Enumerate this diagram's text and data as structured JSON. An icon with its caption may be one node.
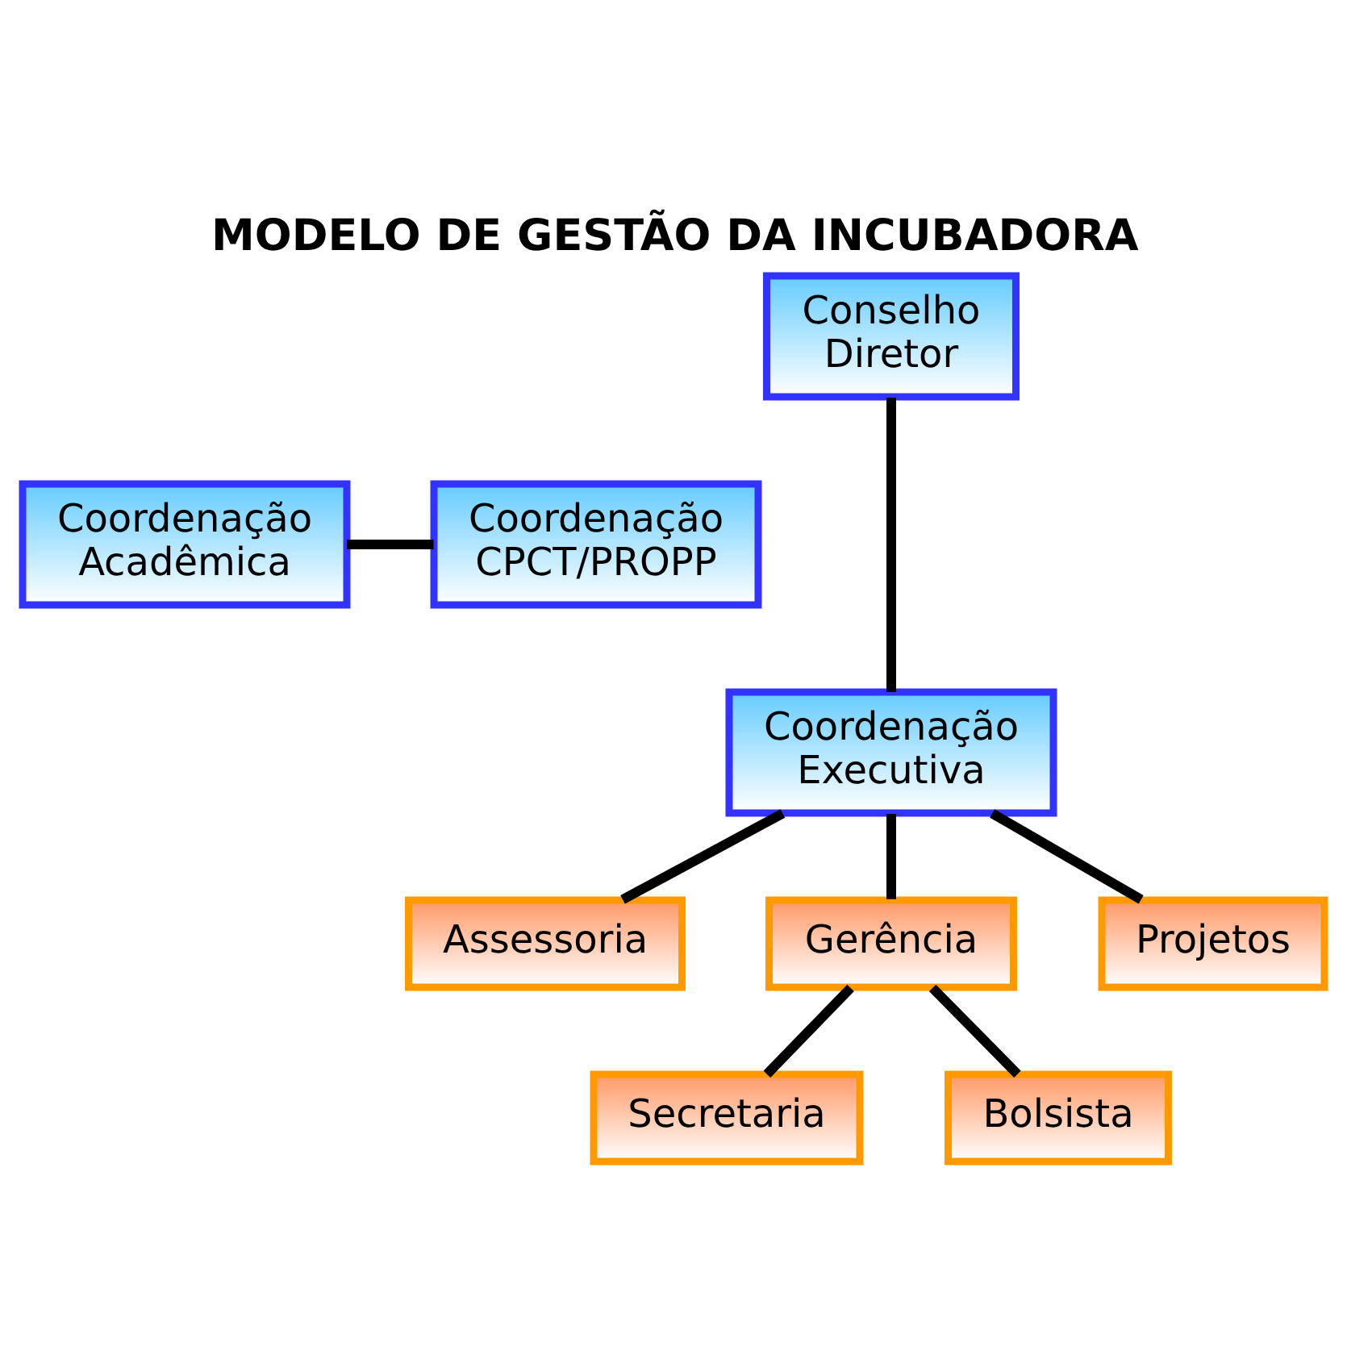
{
  "diagram": {
    "title": "MODELO DE GESTÃO DA INCUBADORA",
    "nodes": [
      {
        "text": [
          "Conselho Diretor"
        ]
      },
      {
        "text": [
          "Coordenação Acadêmica"
        ]
      },
      {
        "text": [
          "Coordenação CPCT/PROPP"
        ]
      },
      {
        "text": [
          "Coordenação Executiva"
        ]
      },
      {
        "text": [
          "Assessoria"
        ]
      },
      {
        "text": [
          "Gerência"
        ]
      },
      {
        "text": [
          "Projetos"
        ]
      },
      {
        "text": [
          "Secretaria"
        ]
      },
      {
        "text": [
          "Bolsista"
        ]
      }
    ],
    "edges": [
      {
        "from": 0,
        "to": 3,
        "arrow": "none"
      },
      {
        "from": 1,
        "to": 2,
        "arrow": "none"
      },
      {
        "from": 3,
        "to": 4,
        "arrow": "none"
      },
      {
        "from": 3,
        "to": 5,
        "arrow": "none"
      },
      {
        "from": 3,
        "to": 6,
        "arrow": "none"
      },
      {
        "from": 5,
        "to": 7,
        "arrow": "none"
      },
      {
        "from": 5,
        "to": 8,
        "arrow": "none"
      }
    ]
  }
}
